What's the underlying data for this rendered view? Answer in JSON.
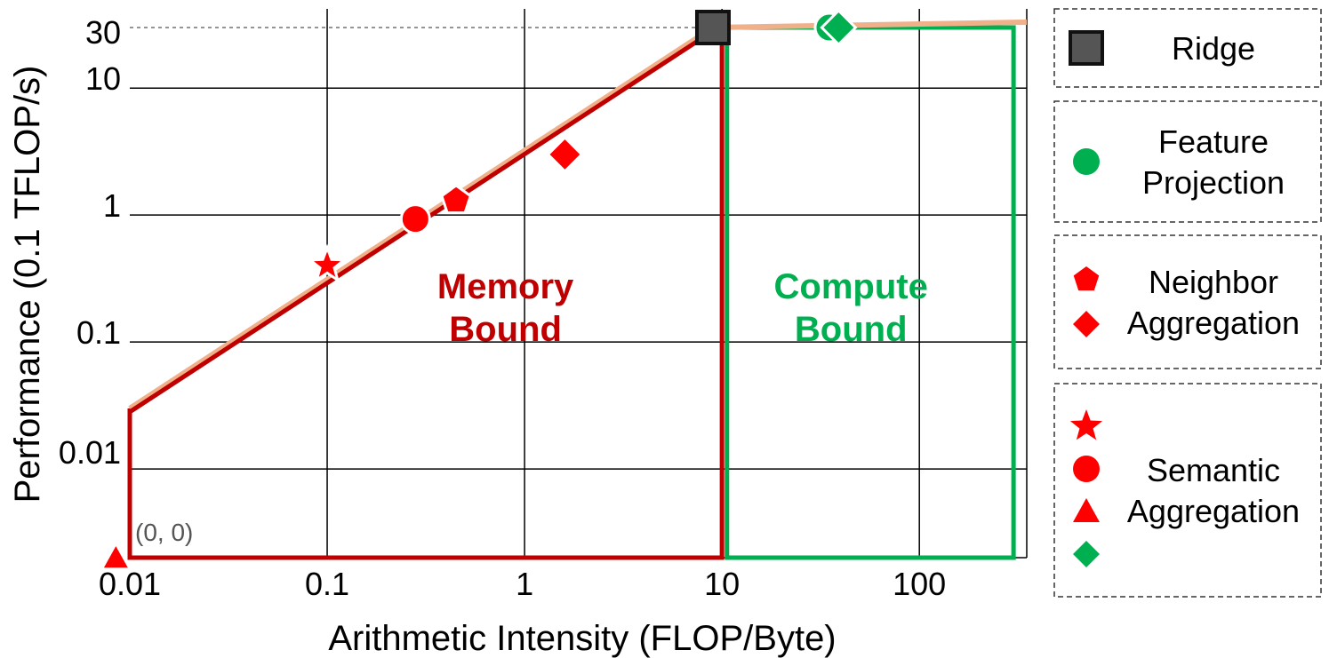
{
  "chart_data": {
    "type": "roofline",
    "xlabel": "Arithmetic Intensity (FLOP/Byte)",
    "ylabel": "Performance (0.1 TFLOP/s)",
    "x_scale": "log",
    "y_scale": "log",
    "xlim": [
      0.01,
      350
    ],
    "ylim": [
      0.002,
      30
    ],
    "x_ticks": [
      {
        "value": 0.01,
        "label": "0.01"
      },
      {
        "value": 0.1,
        "label": "0.1"
      },
      {
        "value": 1,
        "label": "1"
      },
      {
        "value": 10,
        "label": "10"
      },
      {
        "value": 100,
        "label": "100"
      }
    ],
    "y_ticks": [
      {
        "value": 0.01,
        "label": "0.01"
      },
      {
        "value": 0.1,
        "label": "0.1"
      },
      {
        "value": 1,
        "label": "1"
      },
      {
        "value": 10,
        "label": "10"
      },
      {
        "value": 30,
        "label": "30"
      }
    ],
    "grid": true,
    "origin_label": "(0, 0)",
    "roofline": {
      "points": [
        [
          0.01,
          0.03
        ],
        [
          9,
          30
        ],
        [
          350,
          31
        ]
      ],
      "color": "#f0b08a"
    },
    "ridge": {
      "x": 9,
      "y": 30,
      "name": "Ridge",
      "color": "#555555"
    },
    "regions": [
      {
        "name": "memory",
        "label_lines": [
          "Memory",
          "Bound"
        ],
        "x_range": [
          0.01,
          10
        ],
        "color": "#c00000",
        "label_at": [
          0.8,
          0.22
        ]
      },
      {
        "name": "compute",
        "label_lines": [
          "Compute",
          "Bound"
        ],
        "x_range": [
          10.6,
          300
        ],
        "color": "#00b050",
        "label_at": [
          45,
          0.22
        ]
      }
    ],
    "series": [
      {
        "group": "Feature Projection",
        "marker": "circle",
        "color": "#00b050",
        "x": 35,
        "y": 30
      },
      {
        "group": "Neighbor Aggregation",
        "marker": "pentagon",
        "color": "#ff0000",
        "x": 0.45,
        "y": 1.3
      },
      {
        "group": "Neighbor Aggregation",
        "marker": "diamond",
        "color": "#ff0000",
        "x": 1.6,
        "y": 3.0
      },
      {
        "group": "Semantic Aggregation",
        "marker": "star",
        "color": "#ff0000",
        "x": 0.1,
        "y": 0.4
      },
      {
        "group": "Semantic Aggregation",
        "marker": "circle",
        "color": "#ff0000",
        "x": 0.28,
        "y": 0.93
      },
      {
        "group": "Semantic Aggregation",
        "marker": "triangle",
        "color": "#ff0000",
        "x": 0.0085,
        "y": 0.002
      },
      {
        "group": "Semantic Aggregation",
        "marker": "diamond",
        "color": "#00b050",
        "x": 39,
        "y": 30
      }
    ],
    "legend": {
      "placement": "right",
      "boxes": [
        {
          "lines": [
            "Ridge"
          ],
          "markers": [
            {
              "marker": "square",
              "color": "#555555"
            }
          ]
        },
        {
          "lines": [
            "Feature",
            "Projection"
          ],
          "markers": [
            {
              "marker": "circle",
              "color": "#00b050"
            }
          ]
        },
        {
          "lines": [
            "Neighbor",
            "Aggregation"
          ],
          "markers": [
            {
              "marker": "pentagon",
              "color": "#ff0000"
            },
            {
              "marker": "diamond",
              "color": "#ff0000"
            }
          ]
        },
        {
          "lines": [
            "Semantic",
            "Aggregation"
          ],
          "markers": [
            {
              "marker": "star",
              "color": "#ff0000"
            },
            {
              "marker": "circle",
              "color": "#ff0000"
            },
            {
              "marker": "triangle",
              "color": "#ff0000"
            },
            {
              "marker": "diamond",
              "color": "#00b050"
            }
          ]
        }
      ]
    }
  }
}
